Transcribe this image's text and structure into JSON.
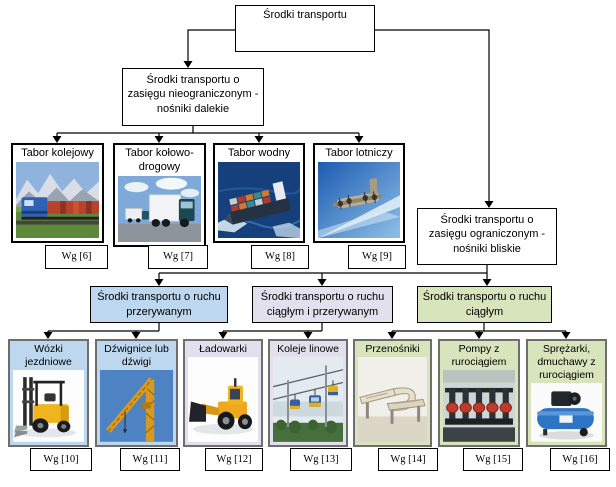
{
  "title": {
    "root": "Środki transportu"
  },
  "branches": {
    "unlimited": "Środki transportu o zasięgu nieograniczonym  - nośniki dalekie",
    "limited": "Środki transportu o zasięgu ograniczonym  - nośniki bliskie"
  },
  "categories": [
    {
      "label": "Tabor kolejowy",
      "source": "Wg [6]",
      "image": "freight-train"
    },
    {
      "label": "Tabor kołowo-drogowy",
      "source": "Wg [7]",
      "image": "trucks"
    },
    {
      "label": "Tabor wodny",
      "source": "Wg [8]",
      "image": "container-ship"
    },
    {
      "label": "Tabor lotniczy",
      "source": "Wg [9]",
      "image": "cargo-plane"
    }
  ],
  "motion_types": [
    {
      "label": "Środki transportu o ruchu przerywanym",
      "color": "#bdd7ee"
    },
    {
      "label": "Środki transportu o ruchu ciągłym i przerywanym",
      "color": "#e2e0ec"
    },
    {
      "label": "Środki transportu o ruchu ciągłym",
      "color": "#d8e4bc"
    }
  ],
  "devices": [
    {
      "label": "Wózki jezdniowe",
      "source": "Wg [10]",
      "image": "forklift",
      "group": "blue"
    },
    {
      "label": "Dźwignice lub dźwigi",
      "source": "Wg [11]",
      "image": "tower-crane",
      "group": "blue"
    },
    {
      "label": "Ładowarki",
      "source": "Wg [12]",
      "image": "wheel-loader",
      "group": "lavender"
    },
    {
      "label": "Koleje linowe",
      "source": "Wg [13]",
      "image": "cable-cars",
      "group": "lavender"
    },
    {
      "label": "Przenośniki",
      "source": "Wg [14]",
      "image": "conveyors",
      "group": "green"
    },
    {
      "label": "Pompy z rurociągiem",
      "source": "Wg [15]",
      "image": "pumps",
      "group": "green"
    },
    {
      "label": "Sprężarki, dmuchawy z rurociągiem",
      "source": "Wg [16]",
      "image": "compressor",
      "group": "green"
    }
  ]
}
